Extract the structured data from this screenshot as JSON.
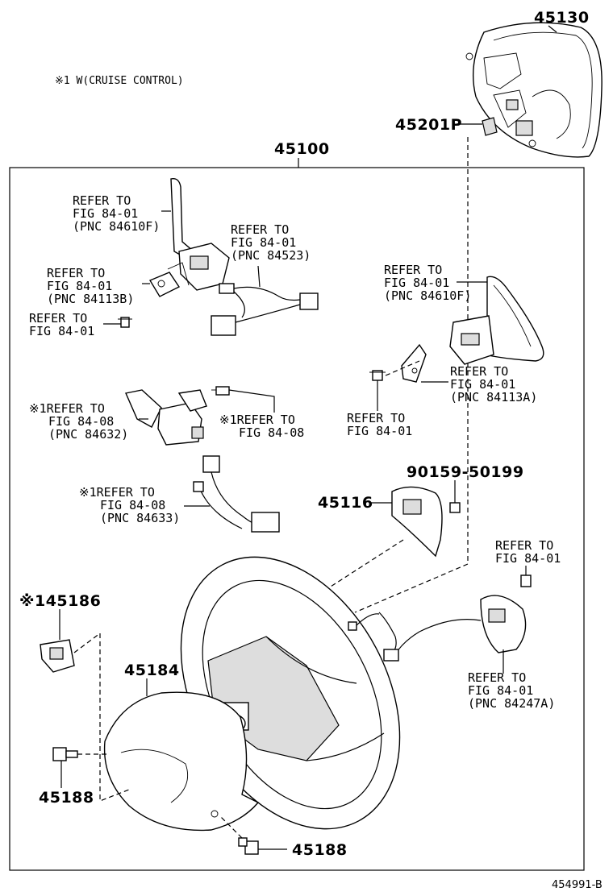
{
  "note_top": "※1 W(CRUISE CONTROL)",
  "drawing_code": "454991-B",
  "parts": {
    "p45130": "45130",
    "p45201p": "45201P",
    "p45100": "45100",
    "p45116": "45116",
    "p90159": "90159-50199",
    "p45186": "※145186",
    "p45184": "45184",
    "p45188a": "45188",
    "p45188b": "45188"
  },
  "refs": {
    "r1": [
      "REFER TO",
      "FIG 84-01",
      "(PNC 84610F)"
    ],
    "r2": [
      "REFER TO",
      "FIG 84-01",
      "(PNC 84523)"
    ],
    "r3": [
      "REFER TO",
      "FIG 84-01",
      "(PNC 84113B)"
    ],
    "r4": [
      "REFER TO",
      "FIG 84-01"
    ],
    "r5": [
      "REFER TO",
      "FIG 84-01",
      "(PNC 84610F)"
    ],
    "r6": [
      "REFER TO",
      "FIG 84-01",
      "(PNC 84113A)"
    ],
    "r7": [
      "REFER TO",
      "FIG 84-01"
    ],
    "r8": [
      "※1REFER TO",
      "FIG 84-08",
      "(PNC 84632)"
    ],
    "r9": [
      "※1REFER TO",
      "FIG 84-08"
    ],
    "r10": [
      "※1REFER TO",
      "FIG 84-08",
      "(PNC 84633)"
    ],
    "r11": [
      "REFER TO",
      "FIG 84-01"
    ],
    "r12": [
      "REFER TO",
      "FIG 84-01",
      "(PNC 84247A)"
    ]
  }
}
